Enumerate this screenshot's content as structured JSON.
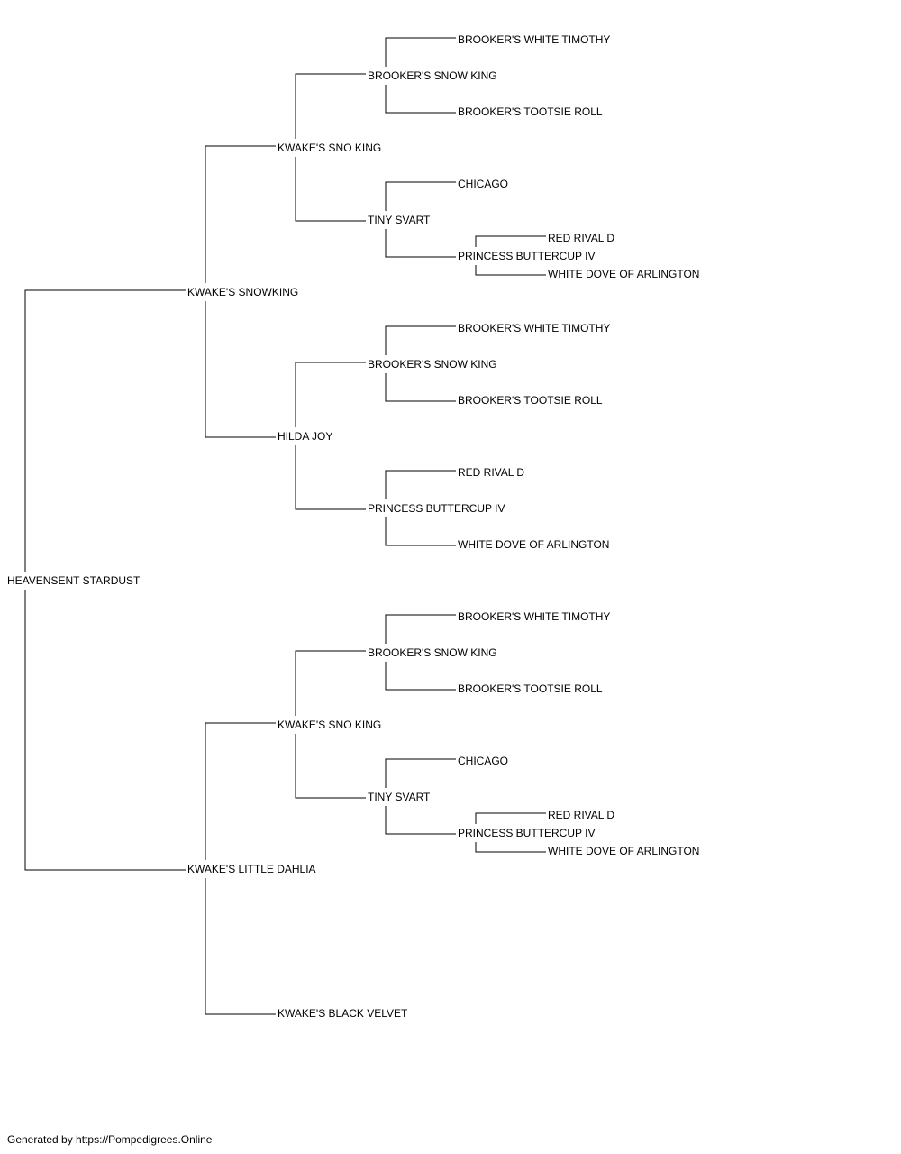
{
  "pedigree": {
    "subject": "HEAVENSENT STARDUST",
    "sire": {
      "name": "KWAKE'S SNOWKING",
      "sire": {
        "name": "KWAKE'S SNO KING",
        "sire": {
          "name": "BROOKER'S SNOW KING",
          "sire": {
            "name": "BROOKER'S WHITE TIMOTHY"
          },
          "dam": {
            "name": "BROOKER'S TOOTSIE ROLL"
          }
        },
        "dam": {
          "name": "TINY SVART",
          "sire": {
            "name": "CHICAGO"
          },
          "dam": {
            "name": "PRINCESS BUTTERCUP IV",
            "sire": {
              "name": "RED RIVAL D"
            },
            "dam": {
              "name": "WHITE DOVE OF ARLINGTON"
            }
          }
        }
      },
      "dam": {
        "name": "HILDA JOY",
        "sire": {
          "name": "BROOKER'S SNOW KING",
          "sire": {
            "name": "BROOKER'S WHITE TIMOTHY"
          },
          "dam": {
            "name": "BROOKER'S TOOTSIE ROLL"
          }
        },
        "dam": {
          "name": "PRINCESS BUTTERCUP IV",
          "sire": {
            "name": "RED RIVAL D"
          },
          "dam": {
            "name": "WHITE DOVE OF ARLINGTON"
          }
        }
      }
    },
    "dam": {
      "name": "KWAKE'S LITTLE DAHLIA",
      "sire": {
        "name": "KWAKE'S SNO KING",
        "sire": {
          "name": "BROOKER'S SNOW KING",
          "sire": {
            "name": "BROOKER'S WHITE TIMOTHY"
          },
          "dam": {
            "name": "BROOKER'S TOOTSIE ROLL"
          }
        },
        "dam": {
          "name": "TINY SVART",
          "sire": {
            "name": "CHICAGO"
          },
          "dam": {
            "name": "PRINCESS BUTTERCUP IV",
            "sire": {
              "name": "RED RIVAL D"
            },
            "dam": {
              "name": "WHITE DOVE OF ARLINGTON"
            }
          }
        }
      },
      "dam": {
        "name": "KWAKE'S BLACK VELVET"
      }
    }
  },
  "footer": "Generated by https://Pompedigrees.Online"
}
